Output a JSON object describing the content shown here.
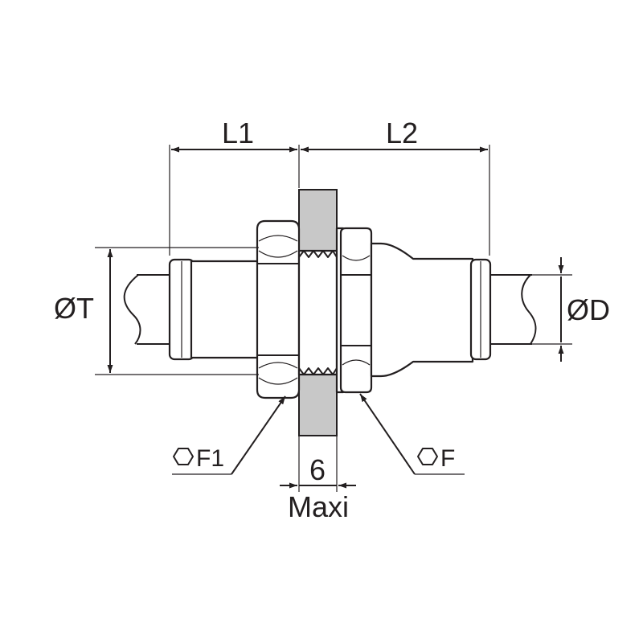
{
  "labels": {
    "l1": "L1",
    "l2": "L2",
    "tube_diameter_t": "ØT",
    "tube_diameter_d": "ØD",
    "hex_f1": "F1",
    "hex_f": "F",
    "panel_thickness": "6",
    "panel_thickness_note": "Maxi"
  },
  "icons": {
    "hex_f1": "hexagon-icon",
    "hex_f": "hexagon-icon"
  },
  "colors": {
    "line": "#231f20",
    "panel_fill": "#c8c8c8"
  }
}
